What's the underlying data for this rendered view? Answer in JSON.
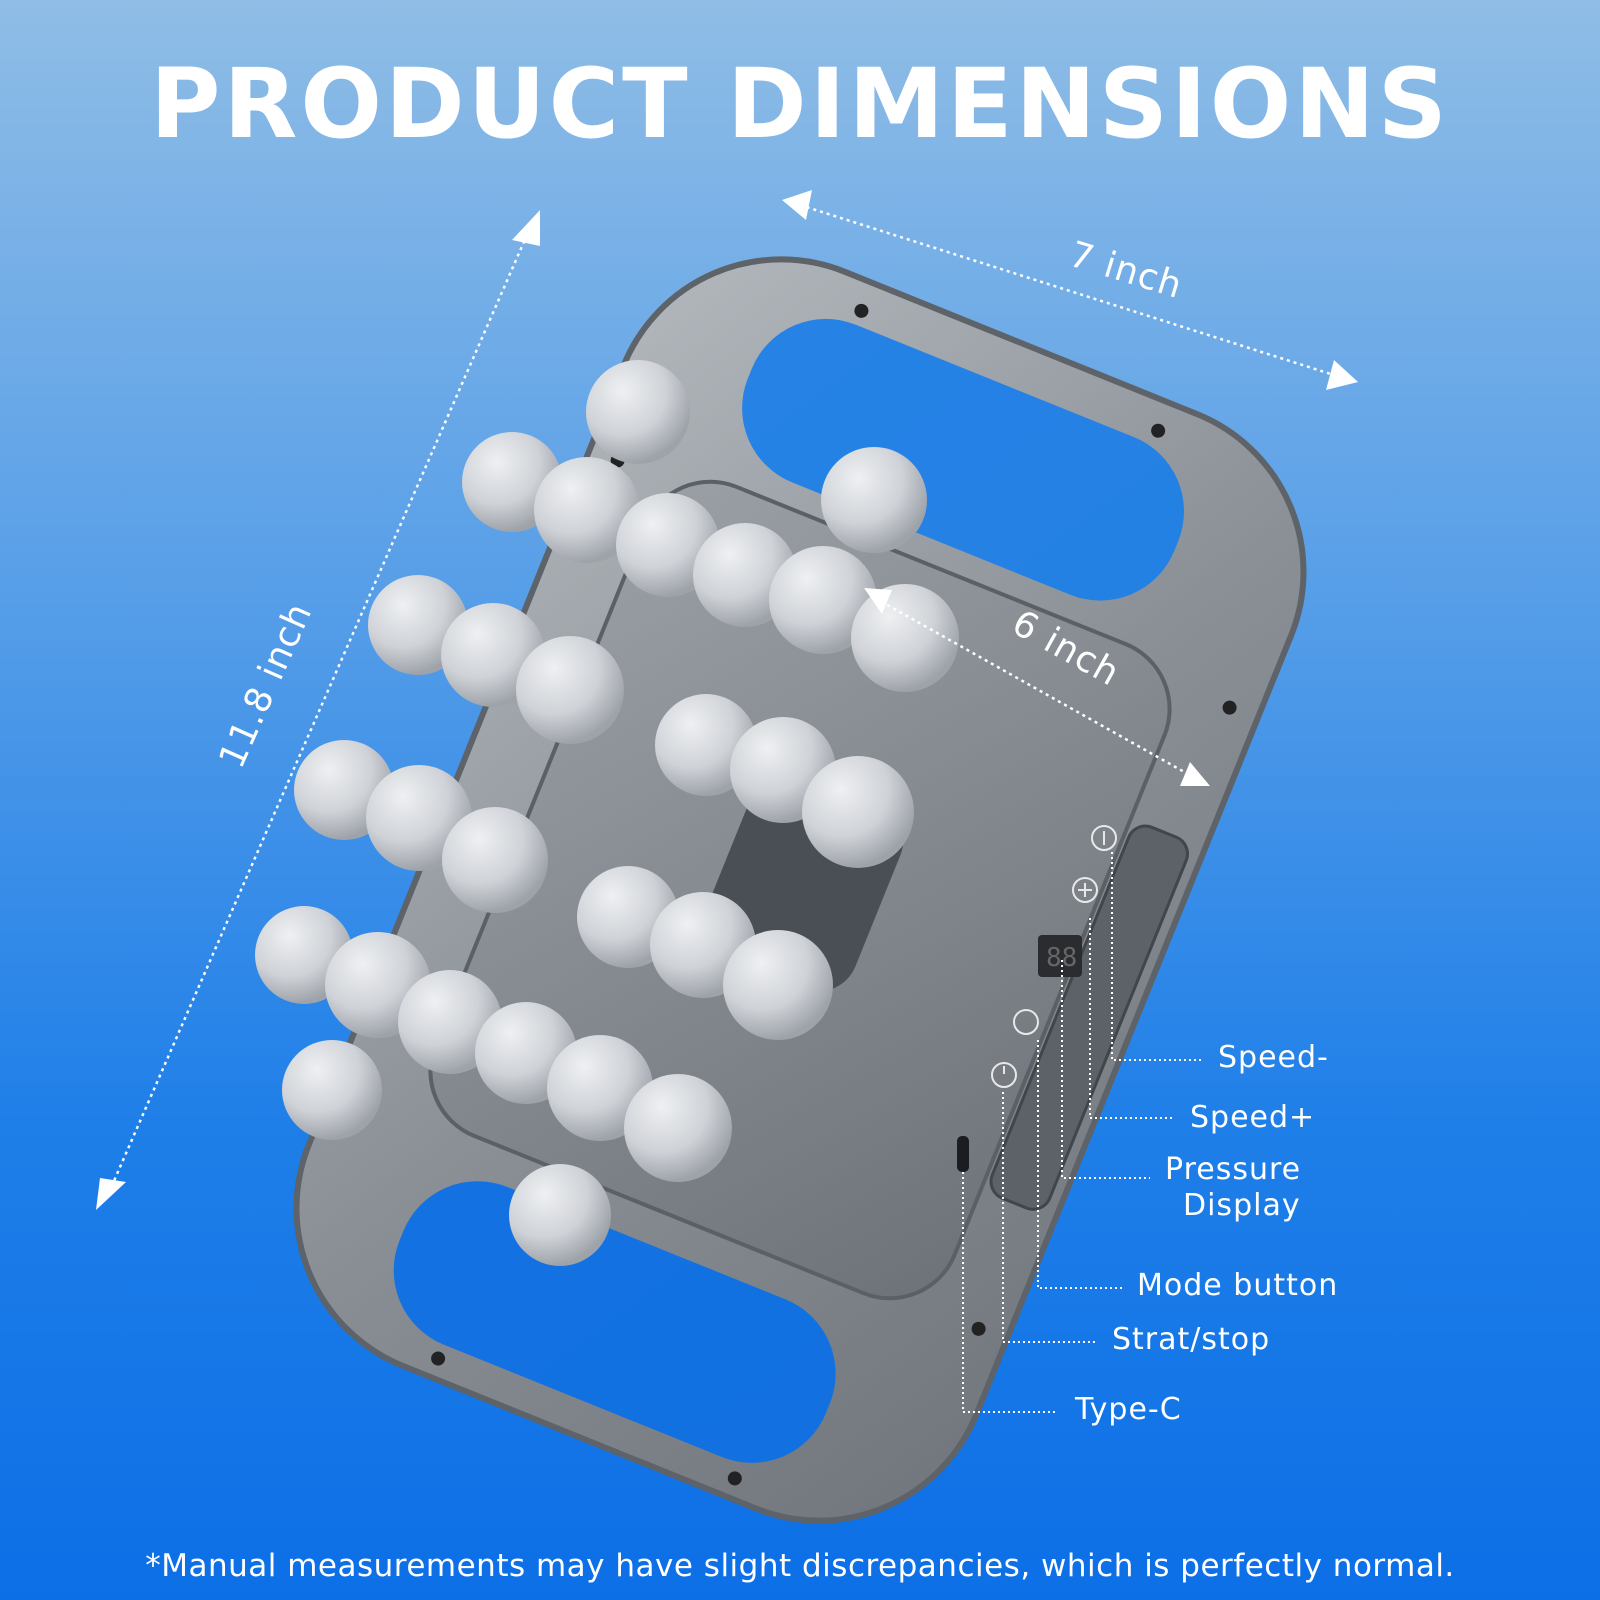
{
  "title": "PRODUCT DIMENSIONS",
  "dimensions": {
    "width": "7 inch",
    "height": "11.8 inch",
    "inner": "6 inch"
  },
  "callouts": {
    "speed_minus": "Speed-",
    "speed_plus": "Speed+",
    "pressure_line1": "Pressure",
    "pressure_line2": "Display",
    "mode": "Mode button",
    "start_stop": "Strat/stop",
    "typec": "Type-C"
  },
  "footnote": "*Manual measurements may have slight discrepancies, which is perfectly normal.",
  "colors": {
    "background_top": "#8fbde6",
    "background_bottom": "#0c6fe6",
    "device_body": "#8e9499",
    "massage_ball": "#d8dade"
  },
  "icons": [
    "minus-icon",
    "plus-icon",
    "mode-icon",
    "power-icon",
    "usb-c-port-icon"
  ]
}
